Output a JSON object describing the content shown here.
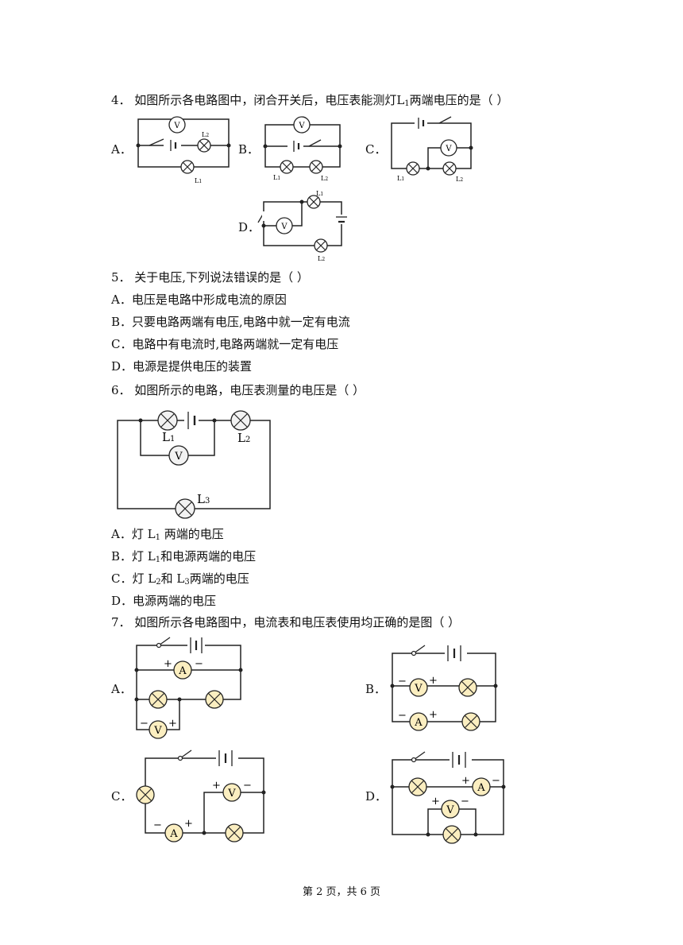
{
  "q4": {
    "stem_before": "4．  如图所示各电路图中，闭合开关后，电压表能测灯",
    "stem_l": "L",
    "stem_sub": "1",
    "stem_after": "两端电压的是（        ）",
    "opt_a": "A．",
    "opt_b": "B．",
    "opt_c": "C．",
    "opt_d": "D．",
    "fig_labels": {
      "v": "V",
      "l": "L",
      "one": "1",
      "two": "2"
    }
  },
  "q5": {
    "stem": "5．  关于电压,下列说法错误的是（        ）",
    "a": "A．电压是电路中形成电流的原因",
    "b": "B．只要电路两端有电压,电路中就一定有电流",
    "c": "C．电路中有电流时,电路两端就一定有电压",
    "d": "D．电源是提供电压的装置"
  },
  "q6": {
    "stem": "6．  如图所示的电路，电压表测量的电压是（        ）",
    "fig": {
      "l": "L",
      "one": "1",
      "two": "2",
      "three": "3",
      "v": "V"
    },
    "a_pre": "A．灯  L",
    "a_sub": "1",
    "a_post": "两端的电压",
    "b_pre": "B．灯  L",
    "b_sub": "1",
    "b_post": "和电源两端的电压",
    "c_pre": "C．灯  L",
    "c_sub": "2",
    "c_mid": "和  L",
    "c_sub2": "3",
    "c_post": "两端的电压",
    "d": "D．电源两端的电压"
  },
  "q7": {
    "stem": "7．  如图所示各电路图中，电流表和电压表使用均正确的是图（        ）",
    "opt_a": "A．",
    "opt_b": "B．",
    "opt_c": "C．",
    "opt_d": "D．",
    "fig": {
      "a": "A",
      "v": "V",
      "plus": "+",
      "minus": "−"
    }
  },
  "footer": "第 2 页，共 6 页"
}
